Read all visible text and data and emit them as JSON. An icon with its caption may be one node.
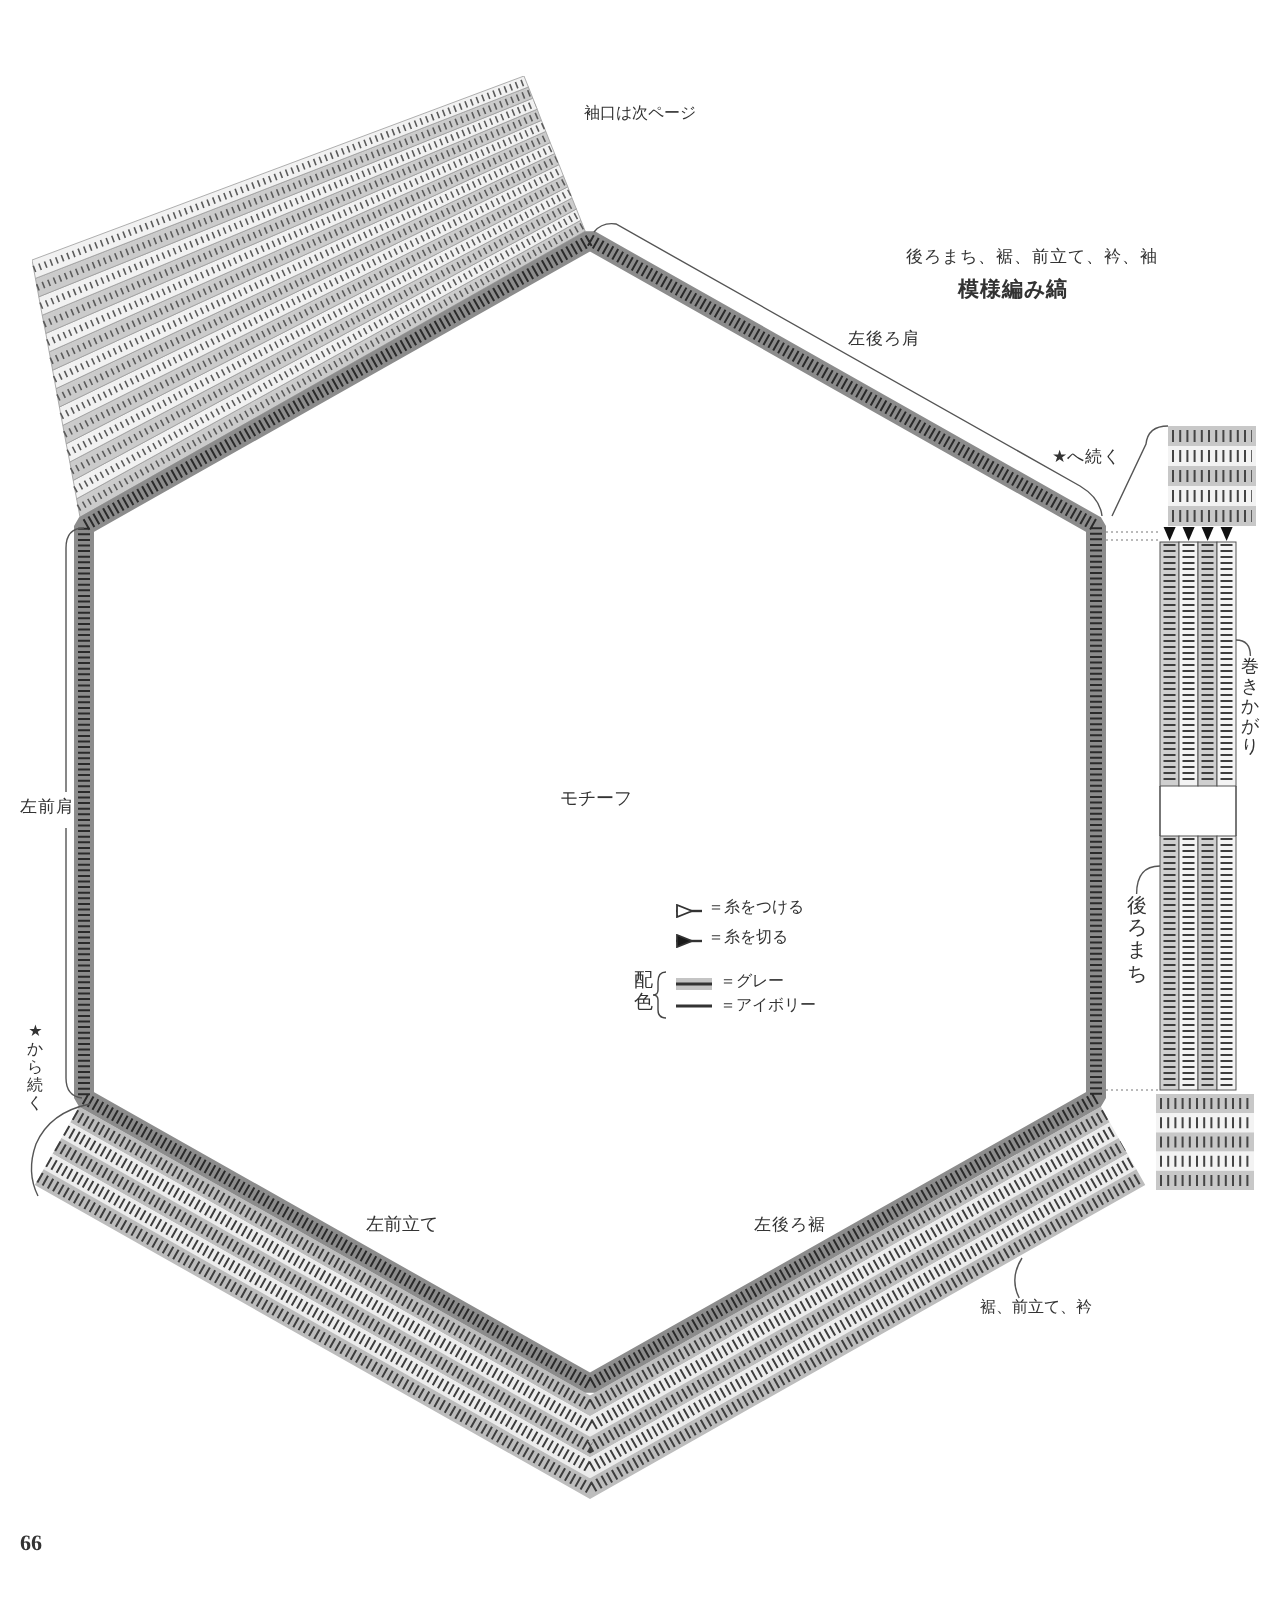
{
  "diagram": {
    "nodes": [
      {
        "text": [
          "巻きかがり"
        ]
      },
      {
        "text": [
          "モチーフ"
        ]
      },
      {
        "text": [
          "後ろまち"
        ]
      },
      {
        "text": [
          "裾、前立て、衿"
        ]
      }
    ],
    "edges": [
      {
        "from": 0,
        "to": null,
        "arrow": "none"
      },
      {
        "from": 2,
        "to": null,
        "arrow": "none"
      },
      {
        "from": 3,
        "to": null,
        "arrow": "none"
      }
    ],
    "labels": [
      "袖口は次ページ",
      "後ろまち、裾、前立て、衿、袖",
      "模様編み縞",
      "左後ろ肩",
      "★へ続く",
      "左前肩",
      "配色",
      "★から続く",
      "左前立て",
      "左後ろ裾",
      "66"
    ],
    "legend": [
      {
        "text": "＝糸をつける"
      },
      {
        "text": "＝糸を切る"
      },
      {
        "text": "＝グレー"
      },
      {
        "text": "＝アイボリー"
      }
    ]
  }
}
